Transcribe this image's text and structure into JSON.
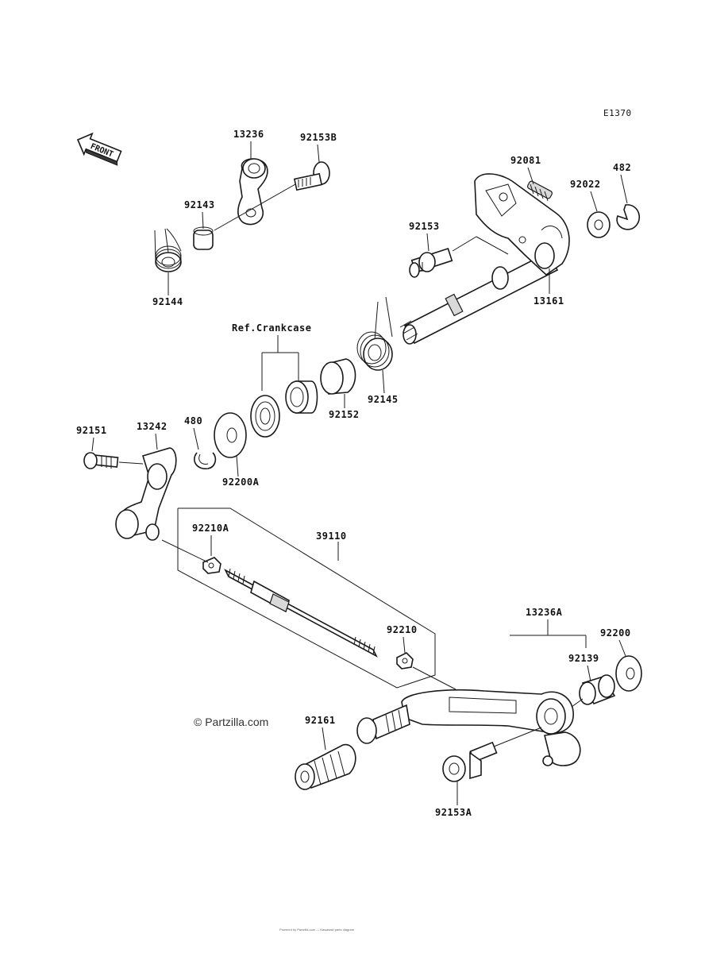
{
  "diagram": {
    "code": "E1370",
    "front_label": "FRONT",
    "reference_label": "Ref.Crankcase",
    "watermark": "© Partzilla.com",
    "footer_text": "Powered by Partzilla.com — Kawasaki parts diagram",
    "parts": {
      "p13236": "13236",
      "p92153B": "92153B",
      "p92143": "92143",
      "p92144": "92144",
      "p92081": "92081",
      "p482": "482",
      "p92022": "92022",
      "p92153": "92153",
      "p13161": "13161",
      "p92145": "92145",
      "p92152": "92152",
      "p92151": "92151",
      "p13242": "13242",
      "p480": "480",
      "p92200A": "92200A",
      "p92210A": "92210A",
      "p39110": "39110",
      "p92210": "92210",
      "p13236A": "13236A",
      "p92200": "92200",
      "p92139": "92139",
      "p92161": "92161",
      "p92153A": "92153A"
    }
  }
}
